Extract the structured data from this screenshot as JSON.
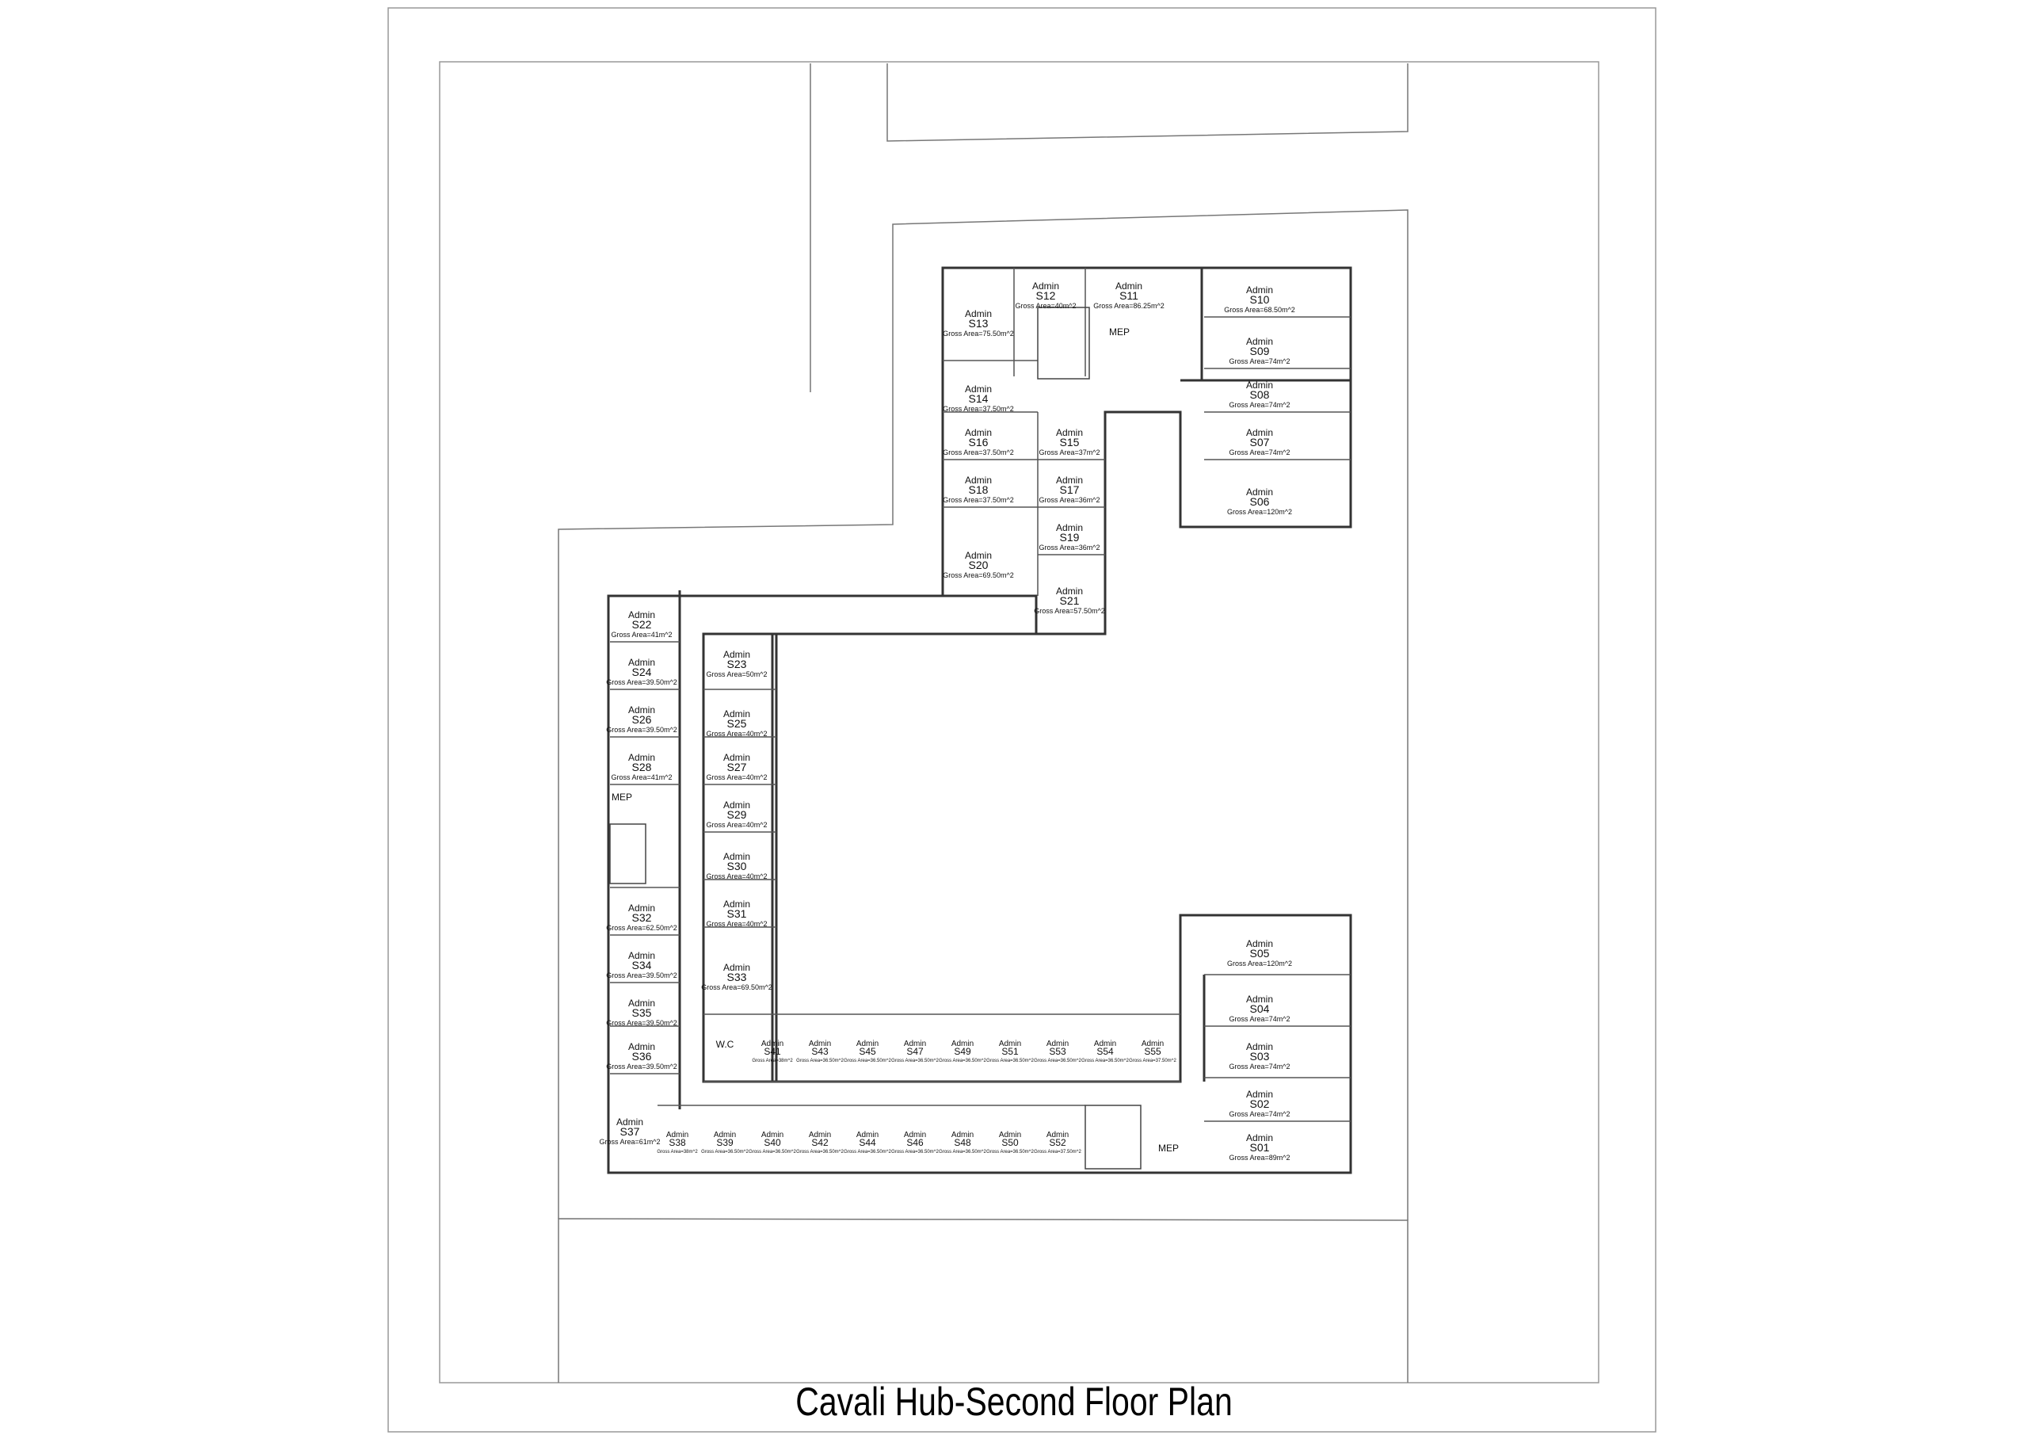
{
  "title": "Cavali Hub-Second Floor Plan",
  "rooms": [
    {
      "id": "S01",
      "label": "Admin",
      "area": "Gross Area=89m^2"
    },
    {
      "id": "S02",
      "label": "Admin",
      "area": "Gross Area=74m^2"
    },
    {
      "id": "S03",
      "label": "Admin",
      "area": "Gross Area=74m^2"
    },
    {
      "id": "S04",
      "label": "Admin",
      "area": "Gross Area=74m^2"
    },
    {
      "id": "S05",
      "label": "Admin",
      "area": "Gross Area=120m^2"
    },
    {
      "id": "S06",
      "label": "Admin",
      "area": "Gross Area=120m^2"
    },
    {
      "id": "S07",
      "label": "Admin",
      "area": "Gross Area=74m^2"
    },
    {
      "id": "S08",
      "label": "Admin",
      "area": "Gross Area=74m^2"
    },
    {
      "id": "S09",
      "label": "Admin",
      "area": "Gross Area=74m^2"
    },
    {
      "id": "S10",
      "label": "Admin",
      "area": "Gross Area=68.50m^2"
    },
    {
      "id": "S11",
      "label": "Admin",
      "area": "Gross Area=86.25m^2"
    },
    {
      "id": "S12",
      "label": "Admin",
      "area": "Gross Area=40m^2"
    },
    {
      "id": "S13",
      "label": "Admin",
      "area": "Gross Area=75.50m^2"
    },
    {
      "id": "S14",
      "label": "Admin",
      "area": "Gross Area=37.50m^2"
    },
    {
      "id": "S15",
      "label": "Admin",
      "area": "Gross Area=37m^2"
    },
    {
      "id": "S16",
      "label": "Admin",
      "area": "Gross Area=37.50m^2"
    },
    {
      "id": "S17",
      "label": "Admin",
      "area": "Gross Area=36m^2"
    },
    {
      "id": "S18",
      "label": "Admin",
      "area": "Gross Area=37.50m^2"
    },
    {
      "id": "S19",
      "label": "Admin",
      "area": "Gross Area=36m^2"
    },
    {
      "id": "S20",
      "label": "Admin",
      "area": "Gross Area=69.50m^2"
    },
    {
      "id": "S21",
      "label": "Admin",
      "area": "Gross Area=57.50m^2"
    },
    {
      "id": "S22",
      "label": "Admin",
      "area": "Gross Area=41m^2"
    },
    {
      "id": "S23",
      "label": "Admin",
      "area": "Gross Area=50m^2"
    },
    {
      "id": "S24",
      "label": "Admin",
      "area": "Gross Area=39.50m^2"
    },
    {
      "id": "S25",
      "label": "Admin",
      "area": "Gross Area=40m^2"
    },
    {
      "id": "S26",
      "label": "Admin",
      "area": "Gross Area=39.50m^2"
    },
    {
      "id": "S27",
      "label": "Admin",
      "area": "Gross Area=40m^2"
    },
    {
      "id": "S28",
      "label": "Admin",
      "area": "Gross Area=41m^2"
    },
    {
      "id": "S29",
      "label": "Admin",
      "area": "Gross Area=40m^2"
    },
    {
      "id": "S30",
      "label": "Admin",
      "area": "Gross Area=40m^2"
    },
    {
      "id": "S31",
      "label": "Admin",
      "area": "Gross Area=40m^2"
    },
    {
      "id": "S32",
      "label": "Admin",
      "area": "Gross Area=62.50m^2"
    },
    {
      "id": "S33",
      "label": "Admin",
      "area": "Gross Area=69.50m^2"
    },
    {
      "id": "S34",
      "label": "Admin",
      "area": "Gross Area=39.50m^2"
    },
    {
      "id": "S35",
      "label": "Admin",
      "area": "Gross Area=39.50m^2"
    },
    {
      "id": "S36",
      "label": "Admin",
      "area": "Gross Area=39.50m^2"
    },
    {
      "id": "S37",
      "label": "Admin",
      "area": "Gross Area=61m^2"
    },
    {
      "id": "S38",
      "label": "Admin",
      "area": "Gross Area=38m^2"
    },
    {
      "id": "S39",
      "label": "Admin",
      "area": "Gross Area=36.50m^2"
    },
    {
      "id": "S40",
      "label": "Admin",
      "area": "Gross Area=36.50m^2"
    },
    {
      "id": "S41",
      "label": "Admin",
      "area": "Gross Area=38m^2"
    },
    {
      "id": "S42",
      "label": "Admin",
      "area": "Gross Area=36.50m^2"
    },
    {
      "id": "S43",
      "label": "Admin",
      "area": "Gross Area=36.50m^2"
    },
    {
      "id": "S44",
      "label": "Admin",
      "area": "Gross Area=36.50m^2"
    },
    {
      "id": "S45",
      "label": "Admin",
      "area": "Gross Area=36.50m^2"
    },
    {
      "id": "S46",
      "label": "Admin",
      "area": "Gross Area=36.50m^2"
    },
    {
      "id": "S47",
      "label": "Admin",
      "area": "Gross Area=36.50m^2"
    },
    {
      "id": "S48",
      "label": "Admin",
      "area": "Gross Area=36.50m^2"
    },
    {
      "id": "S49",
      "label": "Admin",
      "area": "Gross Area=36.50m^2"
    },
    {
      "id": "S50",
      "label": "Admin",
      "area": "Gross Area=36.50m^2"
    },
    {
      "id": "S51",
      "label": "Admin",
      "area": "Gross Area=36.50m^2"
    },
    {
      "id": "S52",
      "label": "Admin",
      "area": "Gross Area=37.50m^2"
    },
    {
      "id": "S53",
      "label": "Admin",
      "area": "Gross Area=36.50m^2"
    },
    {
      "id": "S54",
      "label": "Admin",
      "area": "Gross Area=36.50m^2"
    },
    {
      "id": "S55",
      "label": "Admin",
      "area": "Gross Area=37.50m^2"
    }
  ],
  "service_labels": [
    {
      "key": "mep_top",
      "text": "MEP"
    },
    {
      "key": "mep_left",
      "text": "MEP"
    },
    {
      "key": "mep_bottom",
      "text": "MEP"
    },
    {
      "key": "wc",
      "text": "W.C"
    }
  ]
}
